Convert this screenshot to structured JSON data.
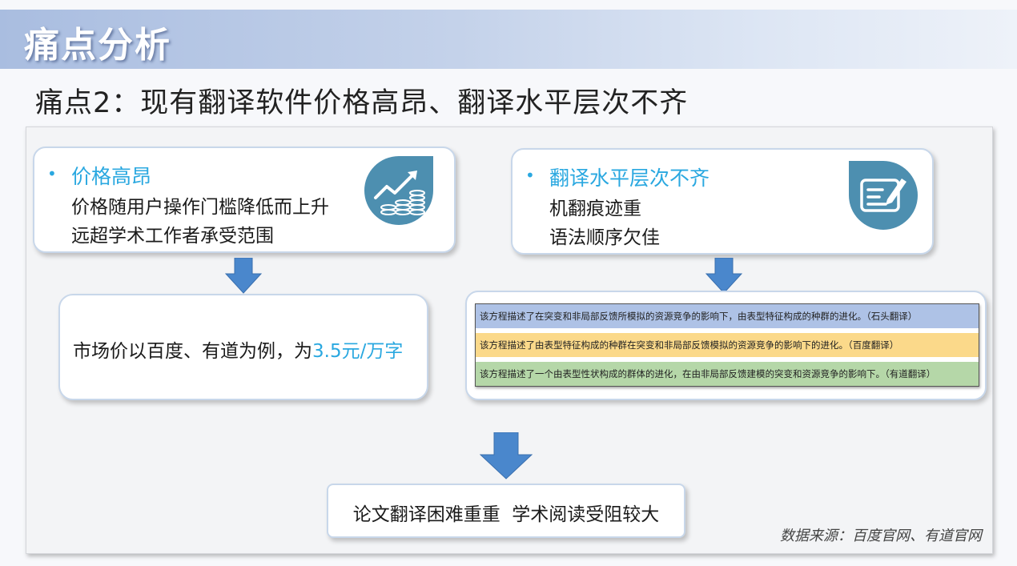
{
  "header": {
    "title": "痛点分析"
  },
  "subtitle": "痛点2：现有翻译软件价格高昂、翻译水平层次不齐",
  "left_card": {
    "title": "价格高昂",
    "lines": [
      "价格随用户操作门槛降低而上升",
      "远超学术工作者承受范围"
    ],
    "icon": "chart-growth-coins-icon"
  },
  "right_card": {
    "title": "翻译水平层次不齐",
    "lines": [
      "机翻痕迹重",
      "语法顺序欠佳"
    ],
    "icon": "edit-document-icon"
  },
  "price_box": {
    "text_prefix": "市场价以百度、有道为例，为",
    "price_highlight": "3.5元/万字"
  },
  "translations": [
    {
      "text": "该方程描述了在突变和非局部反馈所模拟的资源竞争的影响下，由表型特征构成的种群的进化。（石头翻译）",
      "color": "#aec2e6"
    },
    {
      "text": "该方程描述了由表型特征构成的种群在突变和非局部反馈模拟的资源竞争的影响下的进化。（百度翻译）",
      "color": "#fbd98a"
    },
    {
      "text": "该方程描述了一个由表型性状构成的群体的进化，在由非局部反馈建模的突变和资源竞争的影响下。（有道翻译）",
      "color": "#b5d7a8"
    }
  ],
  "conclusion": "论文翻译困难重重  学术阅读受阻较大",
  "source": "数据来源：百度官网、有道官网",
  "colors": {
    "accent": "#2aa8e0",
    "arrow": "#4a87cc",
    "icon_bg": "#4d8fb0"
  }
}
